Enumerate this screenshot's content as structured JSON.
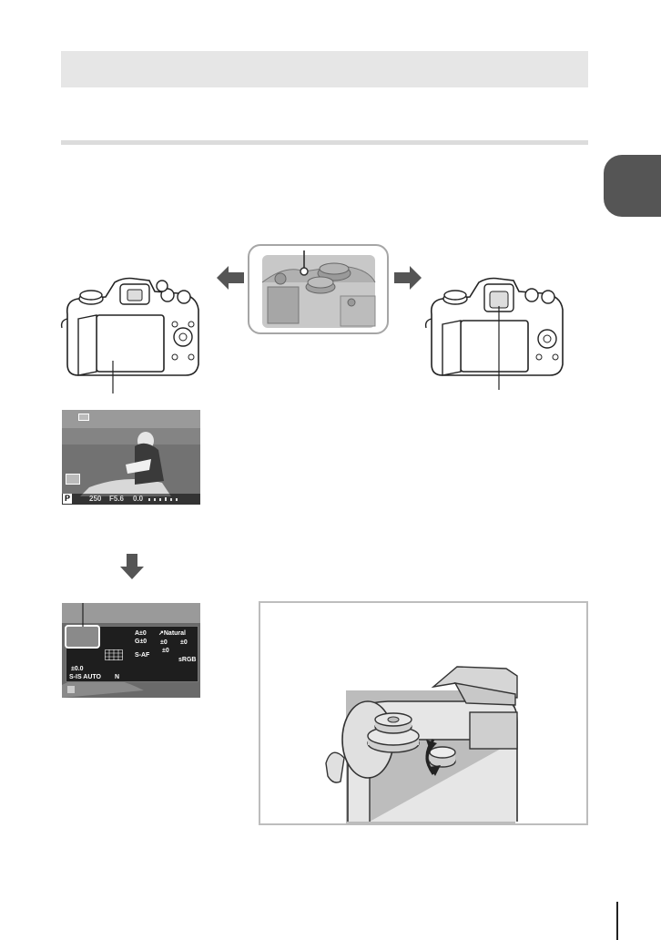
{
  "colors": {
    "header_bar": "#e6e6e6",
    "rule": "#dcdcdc",
    "chapter_tab": "#555555",
    "callout_border": "#a6a6a6",
    "arrow": "#555555",
    "scp_panel": "#1e1e1e",
    "photo_grass": "#5a5a5a",
    "photo_sky": "#8c8c8c"
  },
  "icons": {
    "left_arrow": "arrow-left-icon",
    "right_arrow": "arrow-right-icon",
    "down_arrow": "arrow-down-icon",
    "rotate": "rotate-arrow-icon"
  },
  "live_view": {
    "mode": "P",
    "shutter": "250",
    "aperture": "F5.6",
    "ev": "0.0"
  },
  "super_control_panel": {
    "row1": [
      "A±0",
      "↗Natural"
    ],
    "row2": [
      "G±0",
      "±0",
      "±0"
    ],
    "row3": [
      "±0"
    ],
    "af": "S-AF",
    "color_space": "sRGB",
    "flash_comp": "±0.0",
    "stabilizer": "S-IS AUTO",
    "quality": "N"
  }
}
